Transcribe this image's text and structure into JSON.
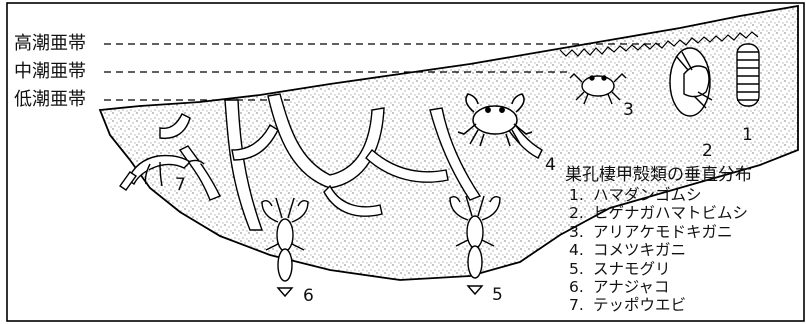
{
  "zones": [
    {
      "label": "高潮亜帯"
    },
    {
      "label": "中潮亜帯"
    },
    {
      "label": "低潮亜帯"
    }
  ],
  "legend": {
    "title": "巣孔棲甲殻類の垂直分布",
    "items": [
      {
        "num": "1.",
        "name": "ハマダンゴムシ"
      },
      {
        "num": "2.",
        "name": "ヒゲナガハマトビムシ"
      },
      {
        "num": "3.",
        "name": "アリアケモドキガニ"
      },
      {
        "num": "4.",
        "name": "コメツキガニ"
      },
      {
        "num": "5.",
        "name": "スナモグリ"
      },
      {
        "num": "6.",
        "name": "アナジャコ"
      },
      {
        "num": "7.",
        "name": "テッポウエビ"
      }
    ]
  },
  "callouts": [
    "1",
    "2",
    "3",
    "4",
    "5",
    "6",
    "7"
  ]
}
